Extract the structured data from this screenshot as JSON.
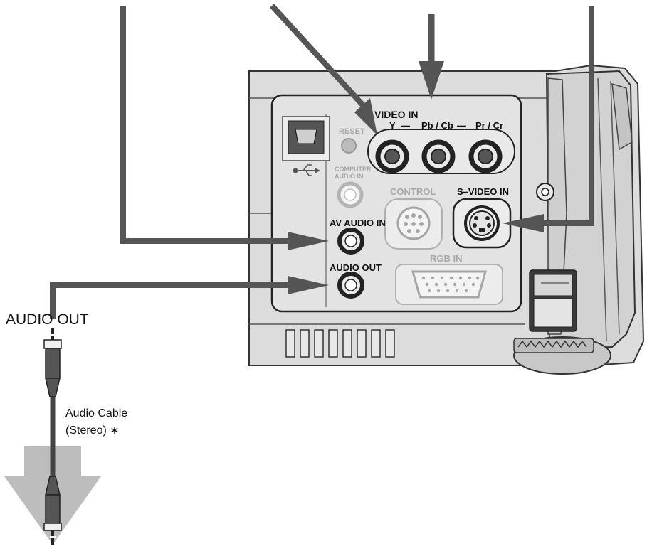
{
  "labels": {
    "video_in": "VIDEO IN",
    "y": "Y",
    "pb_cb": "Pb / Cb",
    "pr_cr": "Pr / Cr",
    "dash": "—",
    "reset": "RESET",
    "computer_audio_in_1": "COMPUTER",
    "computer_audio_in_2": "AUDIO IN",
    "control": "CONTROL",
    "s_video_in": "S–VIDEO IN",
    "av_audio_in": "AV AUDIO IN",
    "audio_out_panel": "AUDIO OUT",
    "rgb_in": "RGB IN",
    "audio_out_external": "AUDIO OUT",
    "audio_cable_1": "Audio Cable",
    "audio_cable_2": "(Stereo) ∗"
  },
  "colors": {
    "arrow": "#555555",
    "panel_face": "#e3e3e3",
    "projector_body": "#dcdcdc",
    "down_arrow": "#bdbdbd",
    "active_label": "#111111",
    "inactive_label": "#a8a8a8"
  },
  "icons": {
    "usb": "usb-icon",
    "stereo_plug": "stereo-mini-plug-icon"
  }
}
